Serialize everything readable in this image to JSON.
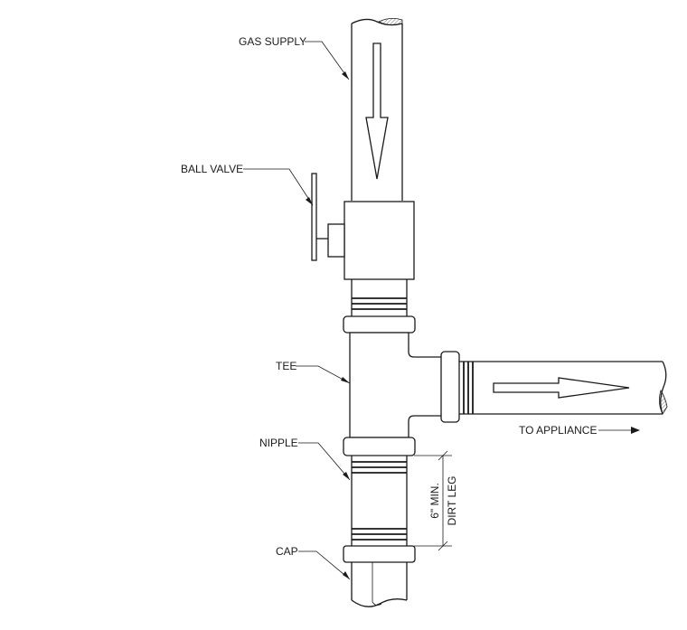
{
  "labels": {
    "gas_supply": "GAS SUPPLY",
    "ball_valve": "BALL VALVE",
    "tee": "TEE",
    "nipple": "NIPPLE",
    "cap": "CAP",
    "to_appliance": "TO APPLIANCE",
    "dim_min": "6\" MIN.",
    "dim_dirt_leg": "DIRT LEG"
  }
}
